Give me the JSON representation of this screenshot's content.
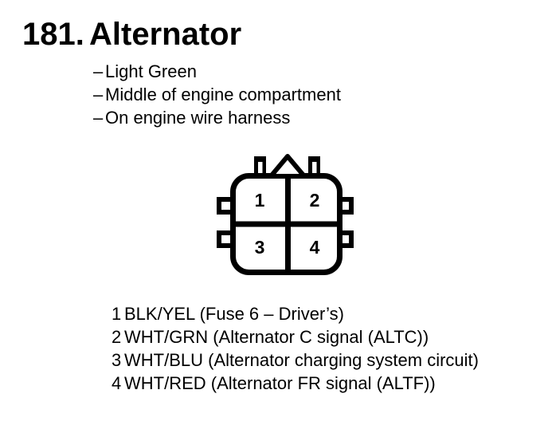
{
  "colors": {
    "background": "#ffffff",
    "ink": "#000000"
  },
  "header": {
    "index": "181.",
    "title": "Alternator"
  },
  "location_notes": {
    "bullet": "–",
    "items": [
      "Light Green",
      "Middle of engine compartment",
      "On engine wire harness"
    ]
  },
  "connector": {
    "pins": [
      "1",
      "2",
      "3",
      "4"
    ]
  },
  "pinout": [
    {
      "pin": "1",
      "description": "BLK/YEL (Fuse 6 – Driver’s)"
    },
    {
      "pin": "2",
      "description": "WHT/GRN (Alternator C signal (ALTC))"
    },
    {
      "pin": "3",
      "description": "WHT/BLU (Alternator charging system circuit)"
    },
    {
      "pin": "4",
      "description": "WHT/RED (Alternator FR signal (ALTF))"
    }
  ]
}
